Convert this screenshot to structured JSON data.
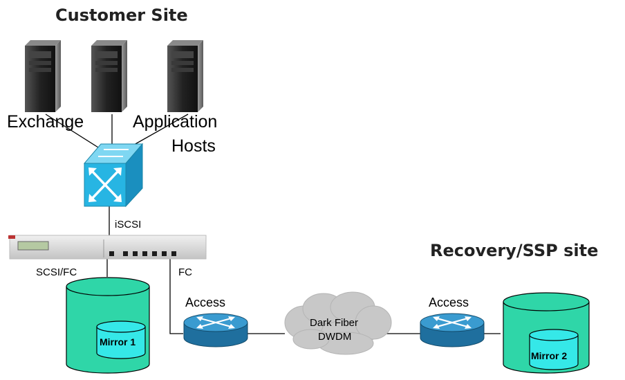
{
  "sites": {
    "customer": "Customer Site",
    "recovery": "Recovery/SSP site"
  },
  "servers": {
    "exchange": "Exchange",
    "application_line1": "Application",
    "application_line2": "Hosts"
  },
  "links": {
    "iscsi": "iSCSI",
    "scsi_fc": "SCSI/FC",
    "fc": "FC"
  },
  "routers": {
    "left": "Access",
    "right": "Access"
  },
  "cloud": {
    "line1": "Dark Fiber",
    "line2": "DWDM"
  },
  "storage": {
    "left": "Mirror 1",
    "right": "Mirror 2"
  },
  "colors": {
    "switch": "#27b5e3",
    "router": "#2a86b8",
    "cylinder": "#2fd6a8",
    "inner_cylinder": "#35e8e8",
    "cloud": "#c8c8c8",
    "appliance": "#dcdcdc"
  }
}
